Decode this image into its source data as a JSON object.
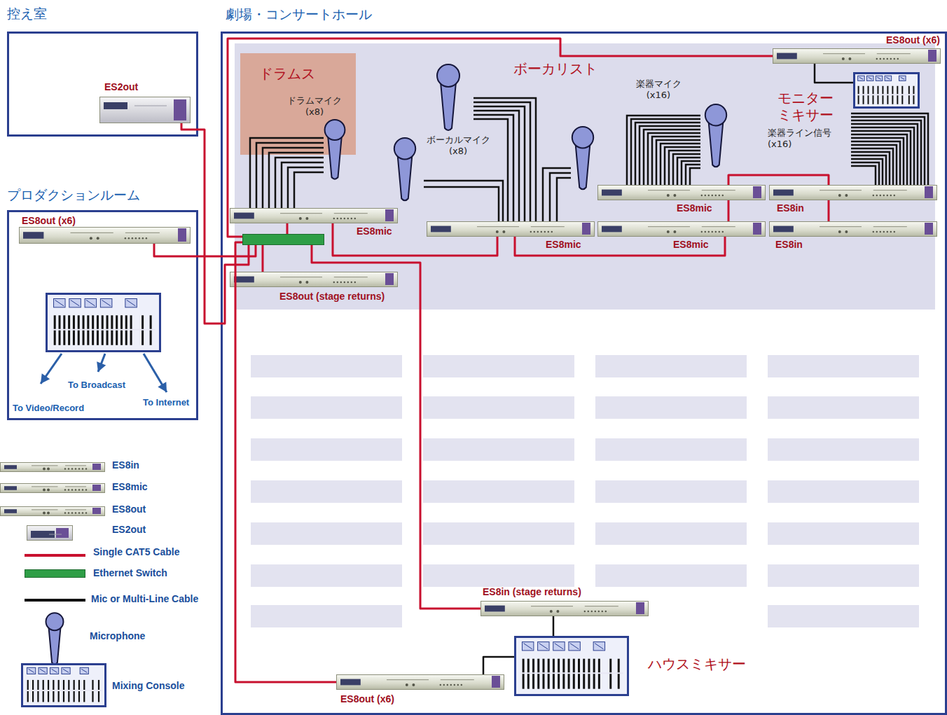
{
  "diagram": {
    "nodes": [
      {
        "text": [
          "控え室"
        ]
      },
      {
        "text": [
          "ES2out"
        ],
        "in": 0
      },
      {
        "text": [
          "プロダクションルーム"
        ]
      },
      {
        "text": [
          "ES8out (x6)"
        ],
        "in": 2
      },
      {
        "text": [
          "劇場・コンサートホール"
        ]
      },
      {
        "text": [
          "ドラムス",
          "ドラムマイク (x8)"
        ],
        "in": 4
      },
      {
        "text": [
          "ES8out (x6)"
        ],
        "in": 4
      },
      {
        "text": [
          "モニター ミキサー"
        ],
        "in": 4
      },
      {
        "text": [
          "ES8mic"
        ],
        "in": 4
      },
      {
        "text": [],
        "in": 4
      },
      {
        "text": [
          "ES8out (stage returns)"
        ],
        "in": 4
      },
      {
        "text": [
          "ES8mic"
        ],
        "in": 4
      },
      {
        "text": [
          "ES8mic"
        ],
        "in": 4
      },
      {
        "text": [
          "ES8mic"
        ],
        "in": 4
      },
      {
        "text": [
          "ES8in"
        ],
        "in": 4
      },
      {
        "text": [
          "ES8in"
        ],
        "in": 4
      },
      {
        "text": [
          "ES8in (stage returns)"
        ],
        "in": 4
      },
      {
        "text": [
          "ハウスミキサー"
        ],
        "in": 4
      },
      {
        "text": [
          "ES8out (x6)"
        ],
        "in": 4
      }
    ],
    "edges": [
      {
        "from": 1,
        "to": 9,
        "arrow": "none"
      },
      {
        "from": 3,
        "to": 9,
        "arrow": "none"
      },
      {
        "from": 8,
        "to": 9,
        "arrow": "none"
      },
      {
        "from": 9,
        "to": 10,
        "arrow": "none"
      },
      {
        "from": 9,
        "to": 18,
        "arrow": "none"
      },
      {
        "from": 9,
        "to": 16,
        "arrow": "none"
      },
      {
        "from": 9,
        "to": 6,
        "arrow": "none"
      },
      {
        "from": 8,
        "to": 11,
        "arrow": "none"
      },
      {
        "from": 11,
        "to": 13,
        "arrow": "none"
      },
      {
        "from": 12,
        "to": 13,
        "arrow": "none"
      },
      {
        "from": 12,
        "to": 14,
        "arrow": "none"
      },
      {
        "from": 14,
        "to": 15,
        "arrow": "none"
      },
      {
        "from": 6,
        "to": 7,
        "arrow": "none"
      },
      {
        "from": 16,
        "to": 17,
        "arrow": "none"
      },
      {
        "from": 18,
        "to": 17,
        "arrow": "none"
      }
    ],
    "labels": [
      "ボーカリスト",
      "ボーカルマイク (x8)",
      "楽器マイク (x16)",
      "楽器ライン信号 (x16)",
      "To Broadcast",
      "To Video/Record",
      "To Internet"
    ],
    "legend": [
      {
        "text": "ES8in"
      },
      {
        "text": "ES8mic"
      },
      {
        "text": "ES8out"
      },
      {
        "text": "ES2out"
      },
      {
        "text": "Single CAT5 Cable"
      },
      {
        "text": "Ethernet Switch",
        "color": "#2e9e46"
      },
      {
        "text": "Mic or Multi-Line Cable"
      },
      {
        "text": "Microphone"
      },
      {
        "text": "Mixing Console"
      }
    ]
  }
}
